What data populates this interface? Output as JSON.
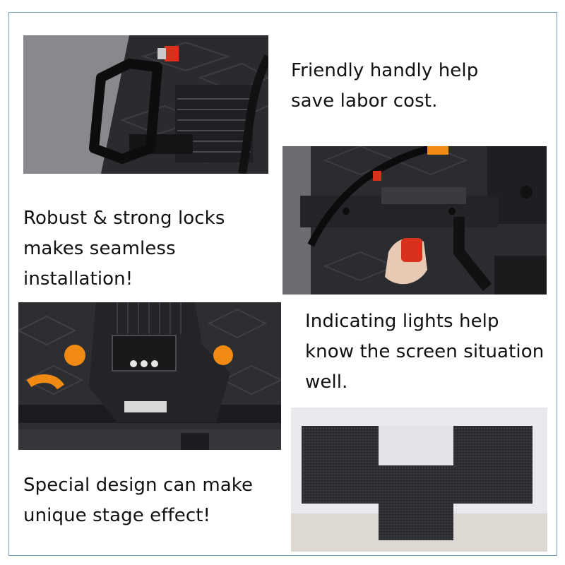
{
  "captions": {
    "handle": [
      "Friendly handly help",
      "save labor cost."
    ],
    "locks": [
      "Robust & strong locks",
      "makes seamless",
      "installation!"
    ],
    "lights": [
      "Indicating lights help",
      "know the screen situation",
      "well."
    ],
    "stage": [
      "Special design can make",
      "unique stage effect!"
    ]
  },
  "colors": {
    "frame_border": "#6fa2b8",
    "lock_red": "#d8321c",
    "connector_orange": "#f08a12",
    "led_panel": "#2c2c30"
  }
}
